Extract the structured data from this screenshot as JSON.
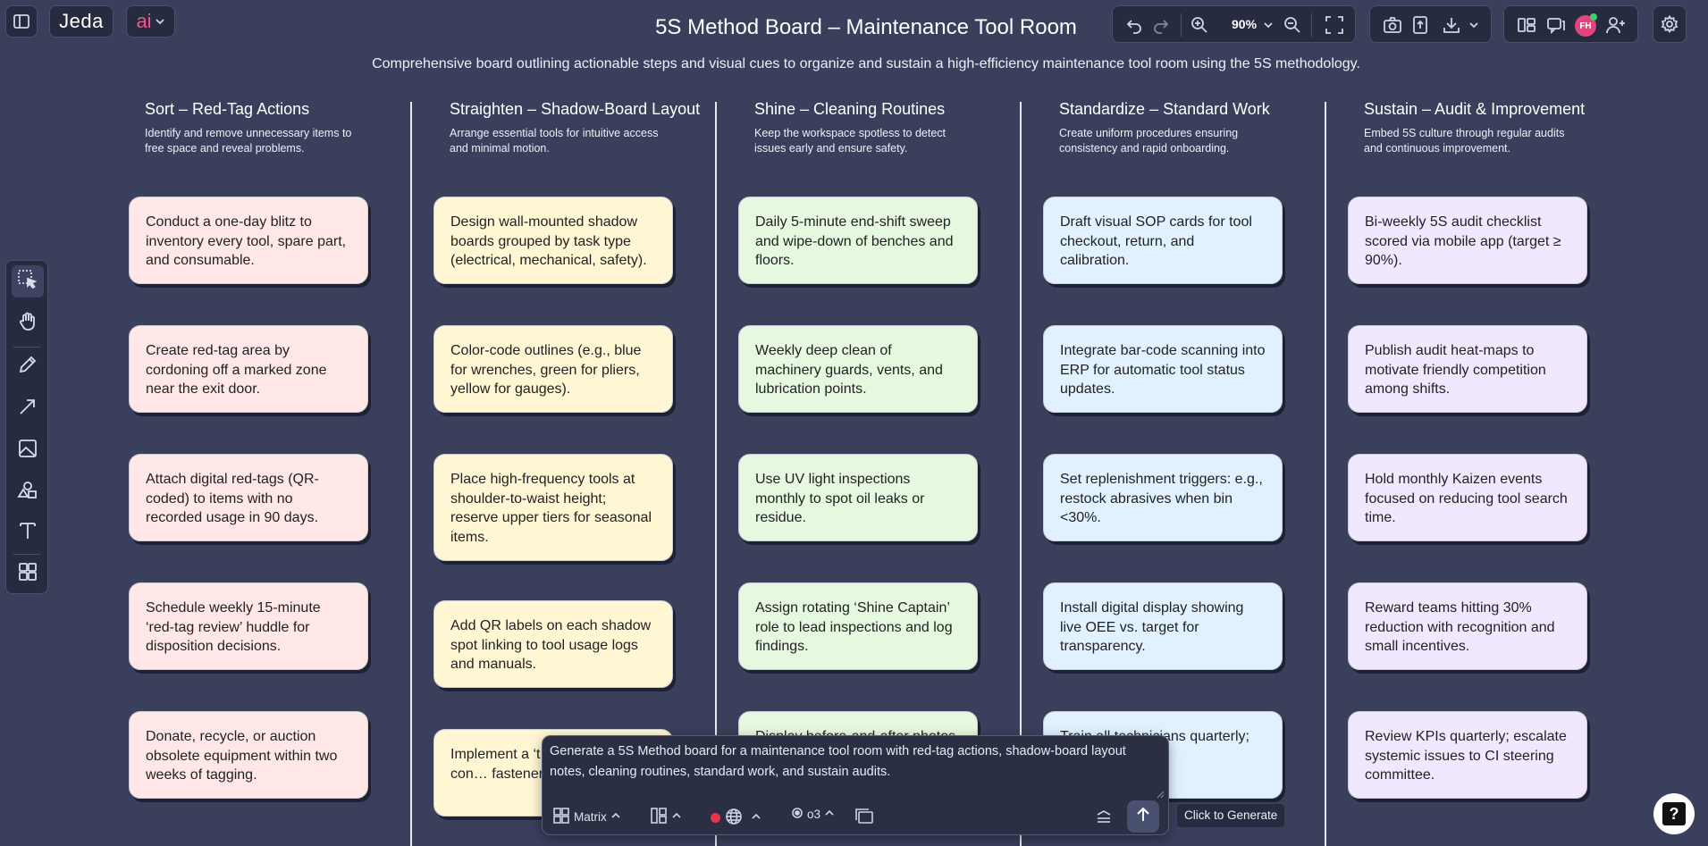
{
  "header": {
    "logo": "Jeda",
    "ai_label": "ai",
    "title": "5S Method Board – Maintenance Tool Room",
    "subtitle": "Comprehensive board outlining actionable steps and visual cues to organize and sustain a high-efficiency maintenance tool room using the 5S methodology.",
    "zoom": "90%",
    "avatar_initials": "FH"
  },
  "columns": [
    {
      "title": "Sort – Red-Tag Actions",
      "subtitle": "Identify and remove unnecessary items to free space and reveal problems.",
      "cards": [
        "Conduct a one-day blitz to inventory every tool, spare part, and consumable.",
        "Create red-tag area by cordoning off a marked zone near the exit door.",
        "Attach digital red-tags (QR-coded) to items with no recorded usage in 90 days.",
        "Schedule weekly 15-minute ‘red-tag review’ huddle for disposition decisions.",
        "Donate, recycle, or auction obsolete equipment within two weeks of tagging."
      ]
    },
    {
      "title": "Straighten – Shadow-Board Layout",
      "subtitle": "Arrange essential tools for intuitive access and minimal motion.",
      "cards": [
        "Design wall-mounted shadow boards grouped by task type (electrical, mechanical, safety).",
        "Color-code outlines (e.g., blue for wrenches, green for pliers, yellow for gauges).",
        "Place high-frequency tools at shoulder-to-waist height; reserve upper tiers for seasonal items.",
        "Add QR labels on each shadow spot linking to tool usage logs and manuals.",
        "Implement a ‘t…’ system for con… fasteners and c…"
      ]
    },
    {
      "title": "Shine – Cleaning Routines",
      "subtitle": "Keep the workspace spotless to detect issues early and ensure safety.",
      "cards": [
        "Daily 5-minute end-shift sweep and wipe-down of benches and floors.",
        "Weekly deep clean of machinery guards, vents, and lubrication points.",
        "Use UV light inspections monthly to spot oil leaks or residue.",
        "Assign rotating ‘Shine Captain’ role to lead inspections and log findings.",
        "Display before-and-after photos"
      ]
    },
    {
      "title": "Standardize – Standard Work",
      "subtitle": "Create uniform procedures ensuring consistency and rapid onboarding.",
      "cards": [
        "Draft visual SOP cards for tool checkout, return, and calibration.",
        "Integrate bar-code scanning into ERP for automatic tool status updates.",
        "Set replenishment triggers: e.g., restock abrasives when bin <30%.",
        "Install digital display showing live OEE vs. target for transparency.",
        "Train all technicians quarterly; … red for"
      ]
    },
    {
      "title": "Sustain – Audit & Improvement",
      "subtitle": "Embed 5S culture through regular audits and continuous improvement.",
      "cards": [
        "Bi-weekly 5S audit checklist scored via mobile app (target ≥ 90%).",
        "Publish audit heat-maps to motivate friendly competition among shifts.",
        "Hold monthly Kaizen events focused on reducing tool search time.",
        "Reward teams hitting 30% reduction with recognition and small incentives.",
        "Review KPIs quarterly; escalate systemic issues to CI steering committee."
      ]
    }
  ],
  "prompt": {
    "text": "Generate a 5S Method board for a maintenance tool room with red-tag actions, shadow-board layout notes, cleaning routines, standard work, and sustain audits.",
    "layout_label": "Matrix",
    "model_label": "o3",
    "generate_tooltip": "Click to Generate"
  },
  "help_label": "?",
  "colors": {
    "background": "#3a3f5c",
    "sort": "#ffe7e7",
    "straighten": "#fff7d4",
    "shine": "#e6f8df",
    "standardize": "#e1f1ff",
    "sustain": "#f1e8ff",
    "logo_accent": "#e85a8a"
  }
}
